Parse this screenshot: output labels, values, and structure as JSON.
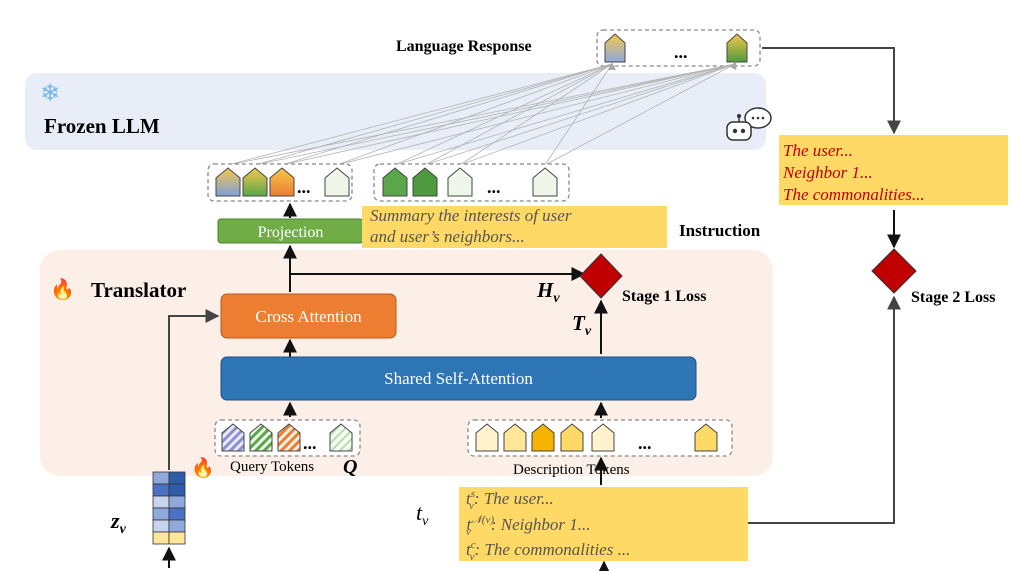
{
  "language_response": {
    "label": "Language Response",
    "ellipsis": "..."
  },
  "frozen_llm": {
    "label": "Frozen LLM",
    "snowflake_icon": "❄",
    "icon": "robot-chat-icon"
  },
  "projection": {
    "label": "Projection"
  },
  "instruction": {
    "label": "Instruction",
    "text_line1": "Summary the interests of user",
    "text_line2": "and user’s neighbors...",
    "ellipsis": "..."
  },
  "llm_inputs": {
    "ellipsis": "..."
  },
  "translator": {
    "label": "Translator",
    "fire_icon": "🔥"
  },
  "cross_attention": {
    "label": "Cross Attention"
  },
  "self_attention": {
    "label": "Shared Self-Attention"
  },
  "query_tokens": {
    "label": "Query Tokens",
    "symbol": "Q",
    "ellipsis": "..."
  },
  "description_tokens": {
    "label": "Description Tokens",
    "ellipsis": "..."
  },
  "symbols": {
    "H": "H",
    "H_sub": "v",
    "T": "T",
    "T_sub": "v",
    "z": "z",
    "z_sub": "v",
    "t": "t",
    "t_sub": "v"
  },
  "stage1": {
    "label": "Stage 1 Loss"
  },
  "stage2": {
    "label": "Stage 2 Loss"
  },
  "description_text": {
    "line1_sup": "s",
    "line1": ": The user...",
    "line2_sup": "𝒩(v)",
    "line2": ": Neighbor 1...",
    "line3_sup": "c",
    "line3": ": The commonalities ..."
  },
  "output_text": {
    "line1": "The user...",
    "line2": "Neighbor 1...",
    "line3": "The commonalities..."
  },
  "colors": {
    "llm_bg": "#e8edf7",
    "translator_bg": "#fcefe7",
    "projection": "#70ad47",
    "cross_attention": "#ed7d31",
    "self_attention": "#2e75b6",
    "loss_diamond": "#c00000",
    "yellow_note": "#ffd966",
    "red_text": "#c00000"
  }
}
